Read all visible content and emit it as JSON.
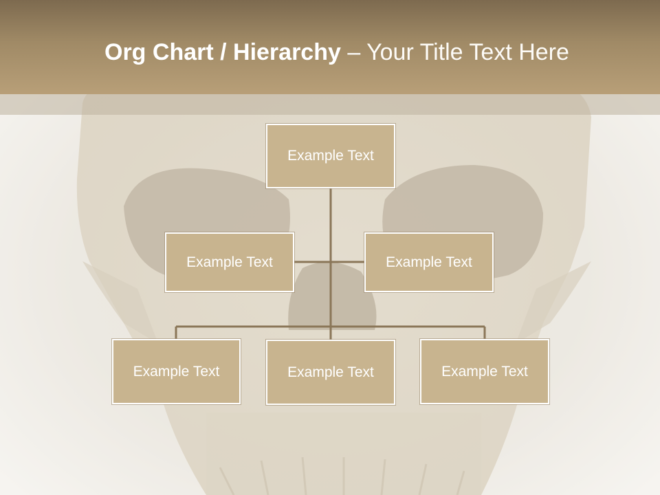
{
  "title": {
    "bold_part": "Org Chart / Hierarchy",
    "separator": " – ",
    "subtitle": "Your Title Text Here"
  },
  "colors": {
    "title_band": "#a08a66",
    "node_fill": "#c8b48f",
    "node_border": "#ffffff",
    "connector": "#8a7658"
  },
  "org": {
    "root": {
      "label": "Example Text"
    },
    "assistants": [
      {
        "label": "Example Text"
      },
      {
        "label": "Example Text"
      }
    ],
    "children": [
      {
        "label": "Example Text"
      },
      {
        "label": "Example Text"
      },
      {
        "label": "Example Text"
      }
    ]
  }
}
